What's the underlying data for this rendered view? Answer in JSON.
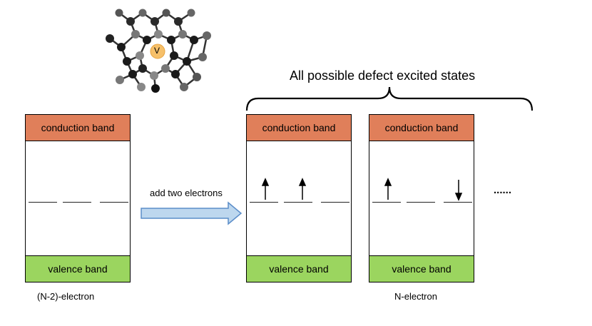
{
  "labels": {
    "conduction_band": "conduction band",
    "valence_band": "valence band",
    "arrow_label": "add two electrons",
    "bracket_title": "All possible defect excited states",
    "left_caption": "(N-2)-electron",
    "right_caption": "N-electron",
    "ellipsis": "......",
    "vacancy": "V"
  },
  "colors": {
    "conduction": "#e07f5a",
    "valence": "#9bd55f",
    "arrow_fill": "#bdd7ee",
    "arrow_stroke": "#5b8dc9",
    "vacancy": "#f6c06a"
  },
  "panels": [
    {
      "id": "ground",
      "spins": [
        "",
        "",
        ""
      ]
    },
    {
      "id": "excited-1",
      "spins": [
        "up",
        "up",
        ""
      ]
    },
    {
      "id": "excited-2",
      "spins": [
        "up",
        "",
        "down"
      ]
    }
  ]
}
